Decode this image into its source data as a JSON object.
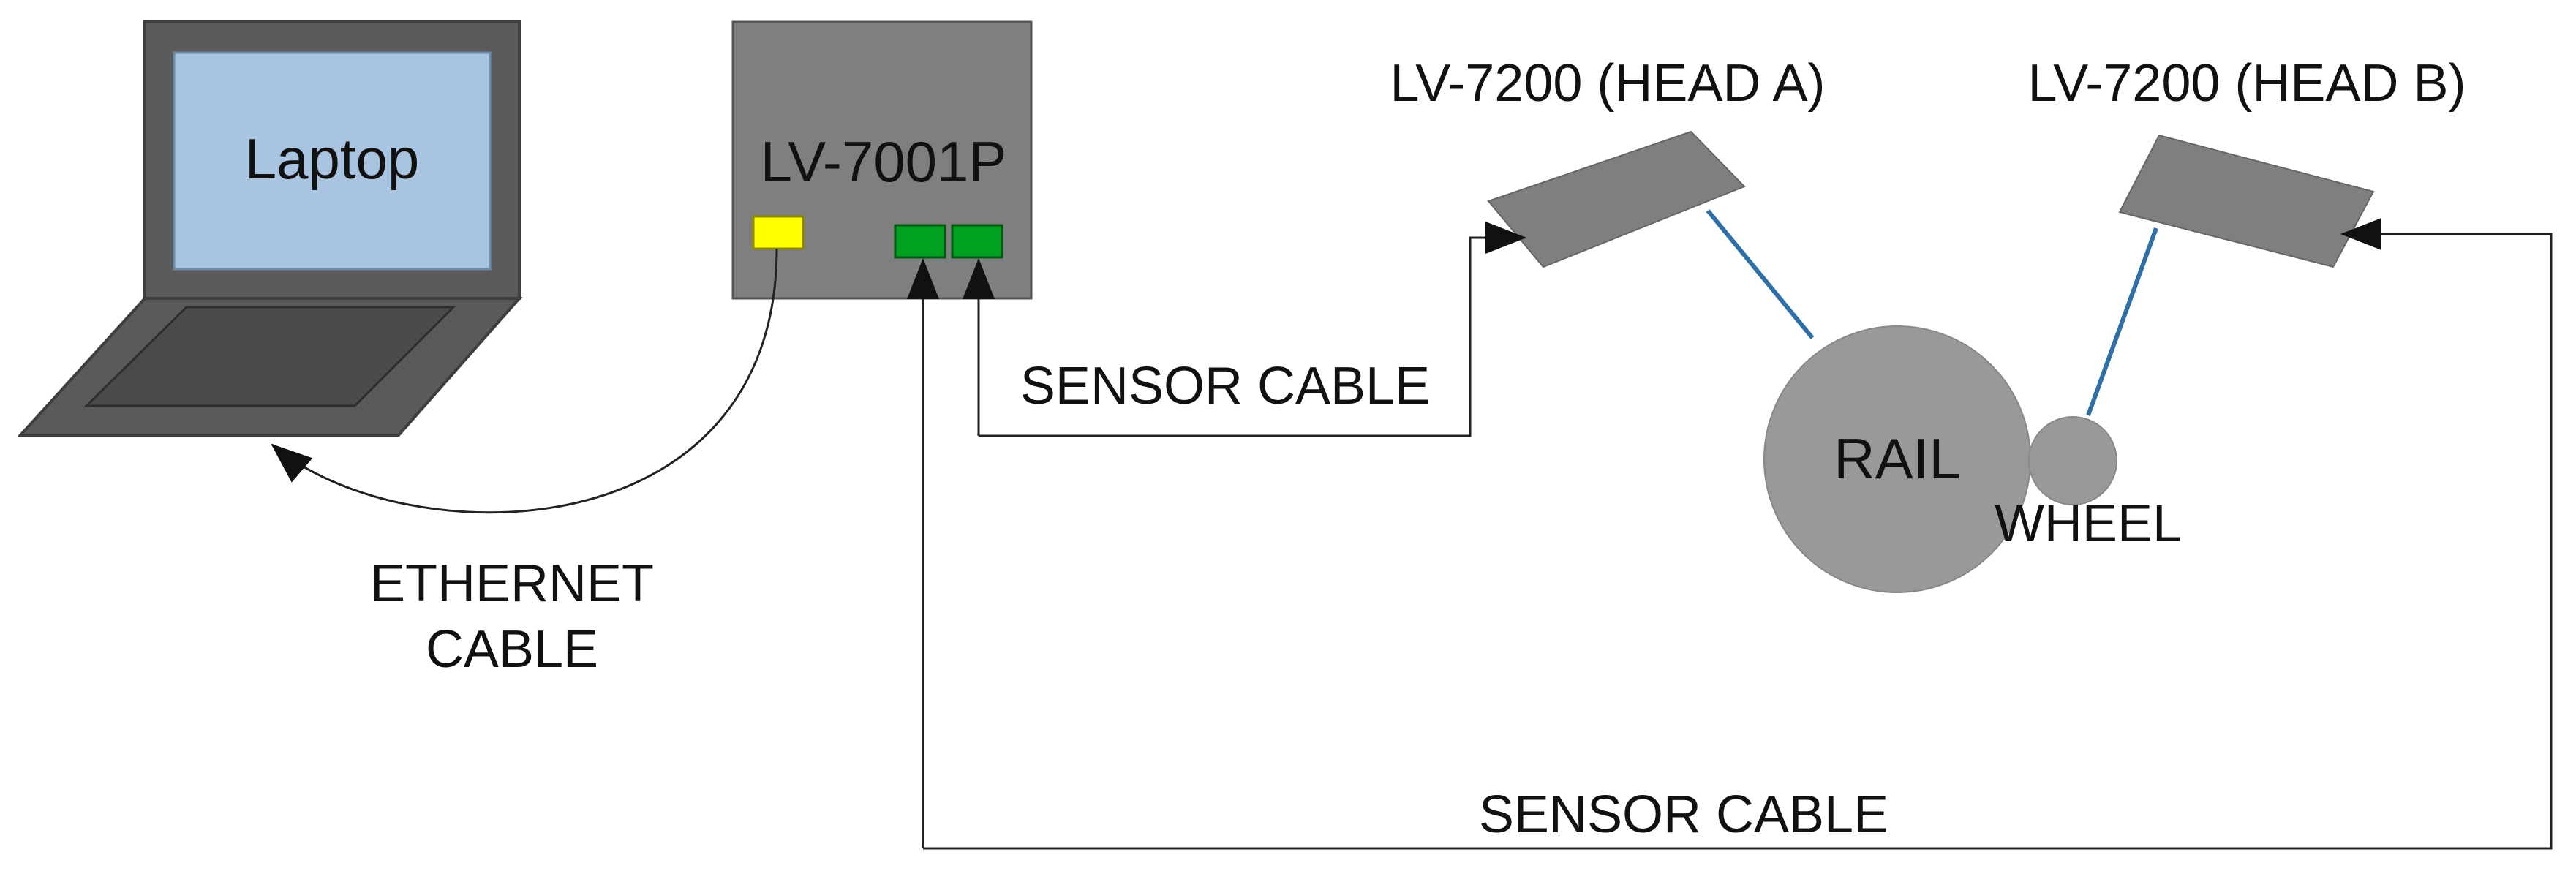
{
  "colors": {
    "background": "#ffffff",
    "device_gray": "#7f7f7f",
    "device_dark": "#5a5a5a",
    "laptop_screen": "#a9c4e0",
    "rail_gray": "#999999",
    "ethernet_port": "#ffff00",
    "sensor_port": "#00a020",
    "blue_beam": "#2e6fa8",
    "cable": "#222222"
  },
  "nodes": {
    "laptop": {
      "label": "Laptop"
    },
    "controller": {
      "label": "LV-7001P"
    },
    "head_a": {
      "label": "LV-7200 (HEAD A)"
    },
    "head_b": {
      "label": "LV-7200 (HEAD B)"
    },
    "rail": {
      "label": "RAIL"
    },
    "wheel": {
      "label": "WHEEL"
    }
  },
  "cables": {
    "ethernet": {
      "line1": "ETHERNET",
      "line2": "CABLE"
    },
    "sensor_a": {
      "label": "SENSOR CABLE"
    },
    "sensor_b": {
      "label": "SENSOR CABLE"
    }
  }
}
